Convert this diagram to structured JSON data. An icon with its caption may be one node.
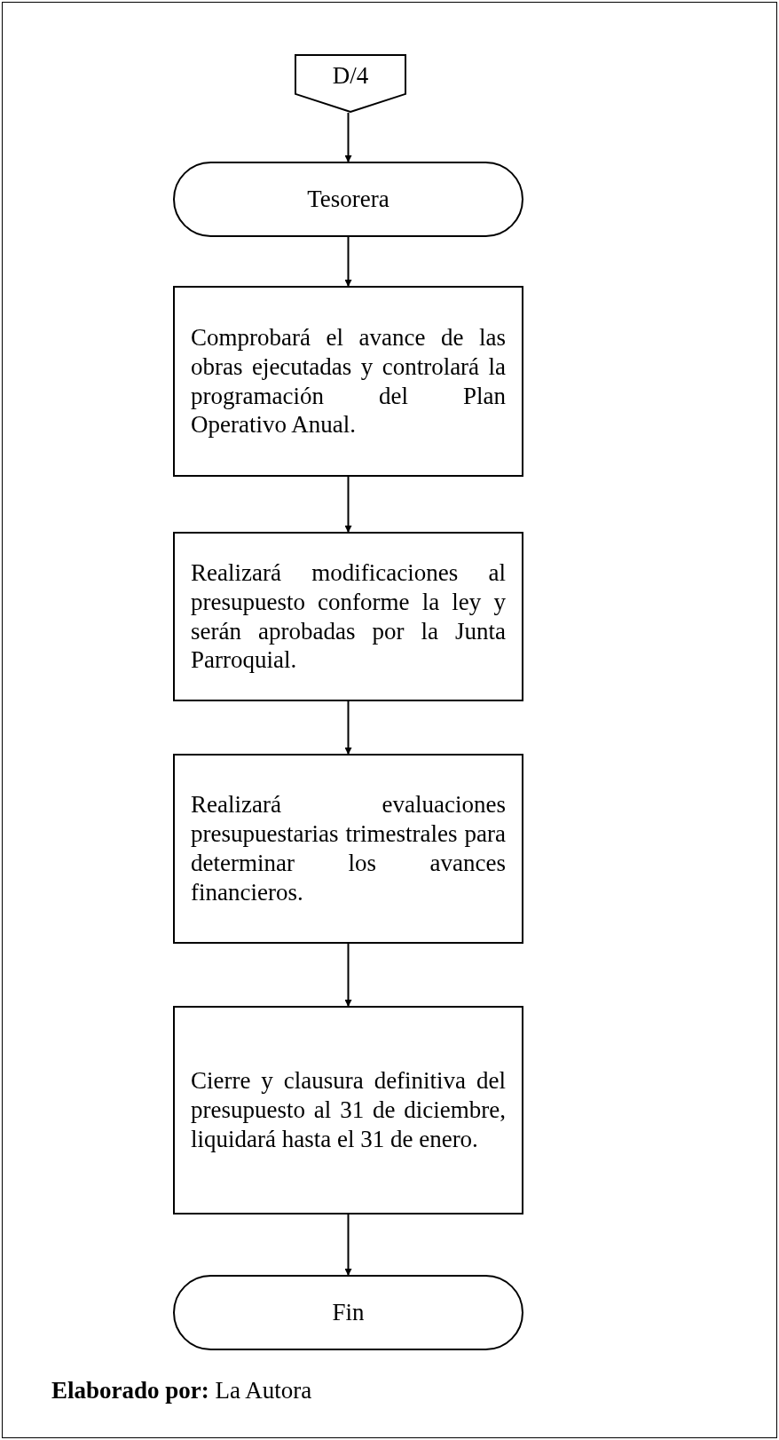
{
  "diagram": {
    "nodes": [
      {
        "text": [
          "D/4"
        ]
      },
      {
        "text": [
          "Tesorera"
        ]
      },
      {
        "text": [
          "Comprobará el avance de las obras ejecutadas y controlará la programación del Plan Operativo Anual."
        ]
      },
      {
        "text": [
          "Realizará modificaciones al presupuesto conforme la ley y serán aprobadas por la Junta Parroquial."
        ]
      },
      {
        "text": [
          "Realizará evaluaciones presupuestarias trimestrales para determinar los avances financieros."
        ]
      },
      {
        "text": [
          "Cierre y clausura definitiva del presupuesto al 31 de diciembre, liquidará hasta el 31 de enero."
        ]
      },
      {
        "text": [
          "Fin"
        ]
      }
    ],
    "edges": [
      {
        "from": 0,
        "to": 1,
        "arrow": "to"
      },
      {
        "from": 1,
        "to": 2,
        "arrow": "to"
      },
      {
        "from": 2,
        "to": 3,
        "arrow": "to"
      },
      {
        "from": 3,
        "to": 4,
        "arrow": "to"
      },
      {
        "from": 4,
        "to": 5,
        "arrow": "to"
      },
      {
        "from": 5,
        "to": 6,
        "arrow": "to"
      }
    ],
    "labels": [
      "**Elaborado por:** La Autora"
    ]
  }
}
